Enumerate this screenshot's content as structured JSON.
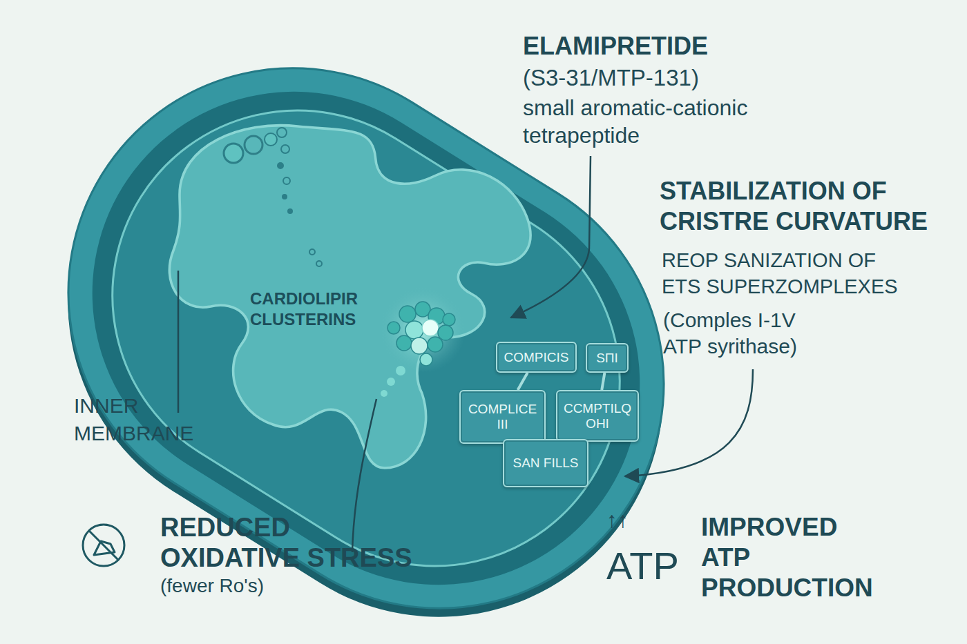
{
  "diagram": {
    "nodes": [
      {
        "text": [
          "COMPICIS"
        ]
      },
      {
        "text": [
          "SΠI"
        ]
      },
      {
        "text": [
          "COMPLICE III"
        ]
      },
      {
        "text": [
          "CCMPTILQ OHI"
        ]
      },
      {
        "text": [
          "SAN FILLS"
        ]
      }
    ],
    "edges": [
      {
        "from": 0,
        "to": 2,
        "arrow": "none"
      },
      {
        "from": 1,
        "to": 3,
        "arrow": "none"
      }
    ],
    "labels": [
      "ELAMIPRETIDE",
      "(S3-31/MTP-131)",
      "small aromatic-cationic tetrapeptide",
      "STABILIZATION OF CRISTRE CURVATURE",
      "REOP SANIZATION OF ETS SUPERZOMPLEXES",
      "(Comples I-1V ATP syrithase)",
      "CARDIOLIPIR CLUSTERINS",
      "INNER MEMBRANE",
      "REDUCED OXIDATIVE STRESS",
      "(fewer Ro's)",
      "↑↑",
      "ATP",
      "IMPROVED ATP PRODUCTION"
    ]
  }
}
